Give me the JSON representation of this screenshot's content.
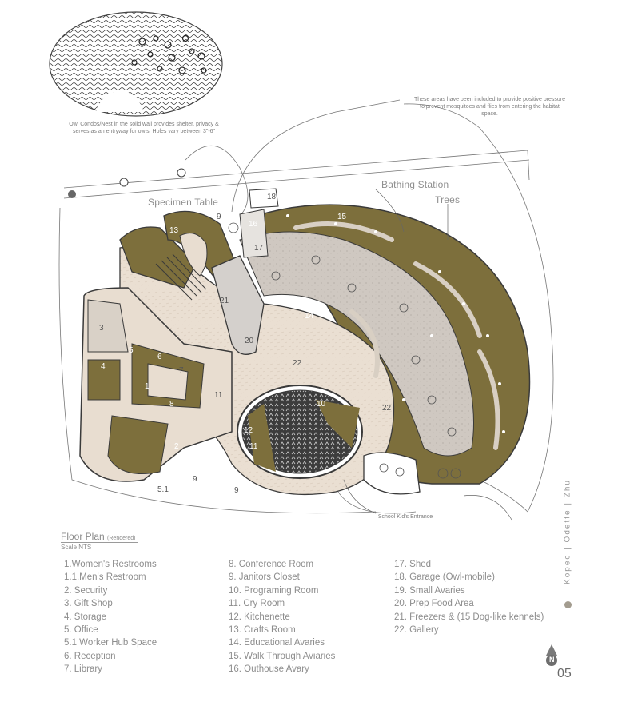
{
  "plan_labels": {
    "owl_note": "Owl Condos/Nest in the solid wall provides shelter, privacy & serves as an entryway for owls. Holes vary between 3\"-6\"",
    "pressure_note": "These areas have been included to provide positive pressure to prevent mosquitoes and flies from entering the habitat space.",
    "bathing_station": "Bathing Station",
    "trees": "Trees",
    "specimen_table": "Specimen Table",
    "school_entrance": "School Kid's Entrance",
    "n9a": "9",
    "n18": "18",
    "n16": "16",
    "n15": "15",
    "n13": "13",
    "n17": "17",
    "n21": "21",
    "n20": "20",
    "n14": "14",
    "n22a": "22",
    "n22b": "22",
    "n10": "10",
    "n12": "12",
    "n11": "11",
    "n3": "3",
    "n5": "5",
    "n4": "4",
    "n6": "6",
    "n7": "7",
    "n1": "1",
    "n11b": "11",
    "n8": "8",
    "n2": "2",
    "n51": "5.1",
    "n9b": "9",
    "n9c": "9"
  },
  "title": {
    "name": "Floor Plan",
    "suffix": "(Rendered)",
    "scale": "Scale NTS"
  },
  "legend": {
    "col1": [
      "1.Women's Restrooms",
      "1.1.Men's Restroom",
      "2. Security",
      "3. Gift Shop",
      "4. Storage",
      "5. Office",
      "5.1 Worker Hub Space",
      "6. Reception",
      "7. Library"
    ],
    "col2": [
      "8. Conference Room",
      "9. Janitors Closet",
      "10. Programing Room",
      "11. Cry Room",
      "12. Kitchenette",
      "13. Crafts Room",
      "14. Educational Avaries",
      "15. Walk Through Aviaries",
      "16. Outhouse Avary"
    ],
    "col3": [
      "17. Shed",
      "18. Garage (Owl-mobile)",
      "19. Small Avaries",
      "20. Prep Food Area",
      "21. Freezers & (15 Dog-like kennels)",
      "22. Gallery"
    ]
  },
  "authors": "Kopec | Odette | Zhu",
  "page_number": "05",
  "north_label": "N",
  "colors": {
    "olive": "#7d6f3c",
    "beige": "#e8ddd0",
    "gray_floor": "#c4bdb6",
    "dark": "#3a3a3a",
    "accent_dot": "#a39c8f"
  }
}
